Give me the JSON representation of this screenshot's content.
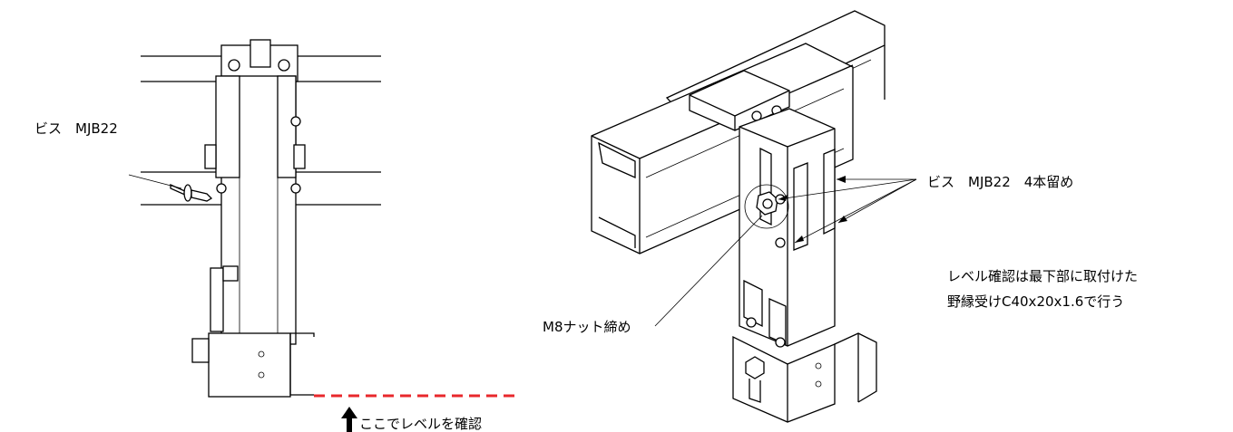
{
  "left_view": {
    "screw_label": "ビス　MJB22",
    "level_label": "ここでレベルを確認",
    "level_line_color": "#e8282c"
  },
  "right_view": {
    "screw_label": "ビス　MJB22　4本留め",
    "nut_label": "M8ナット締め",
    "note_line1": "レベル確認は最下部に取付けた",
    "note_line2": "野縁受けC40x20x1.6で行う"
  }
}
